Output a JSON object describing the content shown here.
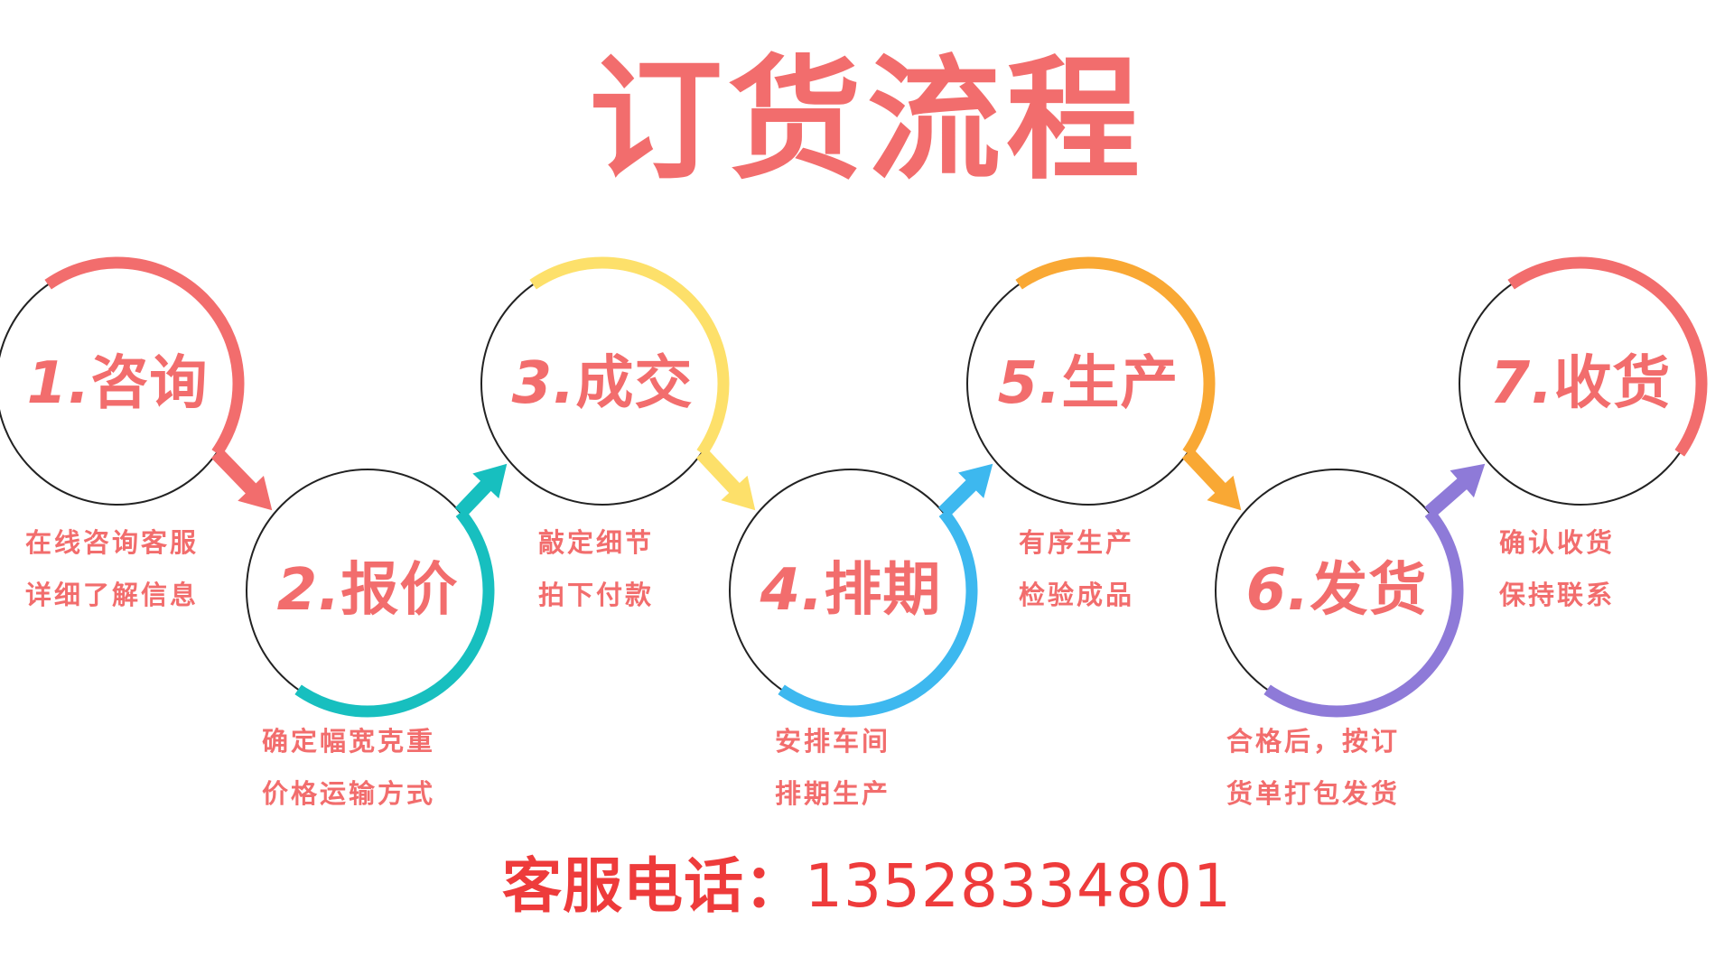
{
  "title": "订货流程",
  "steps": [
    {
      "num": "1.",
      "name": "咨询",
      "lines": [
        "在线咨询客服",
        "详细了解信息"
      ],
      "color": "#f26d6d"
    },
    {
      "num": "2.",
      "name": "报价",
      "lines": [
        "确定幅宽克重",
        "价格运输方式"
      ],
      "color": "#17bfbf"
    },
    {
      "num": "3.",
      "name": "成交",
      "lines": [
        "敲定细节",
        "拍下付款"
      ],
      "color": "#fde06a"
    },
    {
      "num": "4.",
      "name": "排期",
      "lines": [
        "安排车间",
        "排期生产"
      ],
      "color": "#3db8ef"
    },
    {
      "num": "5.",
      "name": "生产",
      "lines": [
        "有序生产",
        "检验成品"
      ],
      "color": "#f9a834"
    },
    {
      "num": "6.",
      "name": "发货",
      "lines": [
        "合格后，按订",
        "货单打包发货"
      ],
      "color": "#8e7ad8"
    },
    {
      "num": "7.",
      "name": "收货",
      "lines": [
        "确认收货",
        "保持联系"
      ],
      "color": "#f26d6d"
    }
  ],
  "contact": {
    "label": "客服电话：",
    "phone": "13528334801"
  }
}
